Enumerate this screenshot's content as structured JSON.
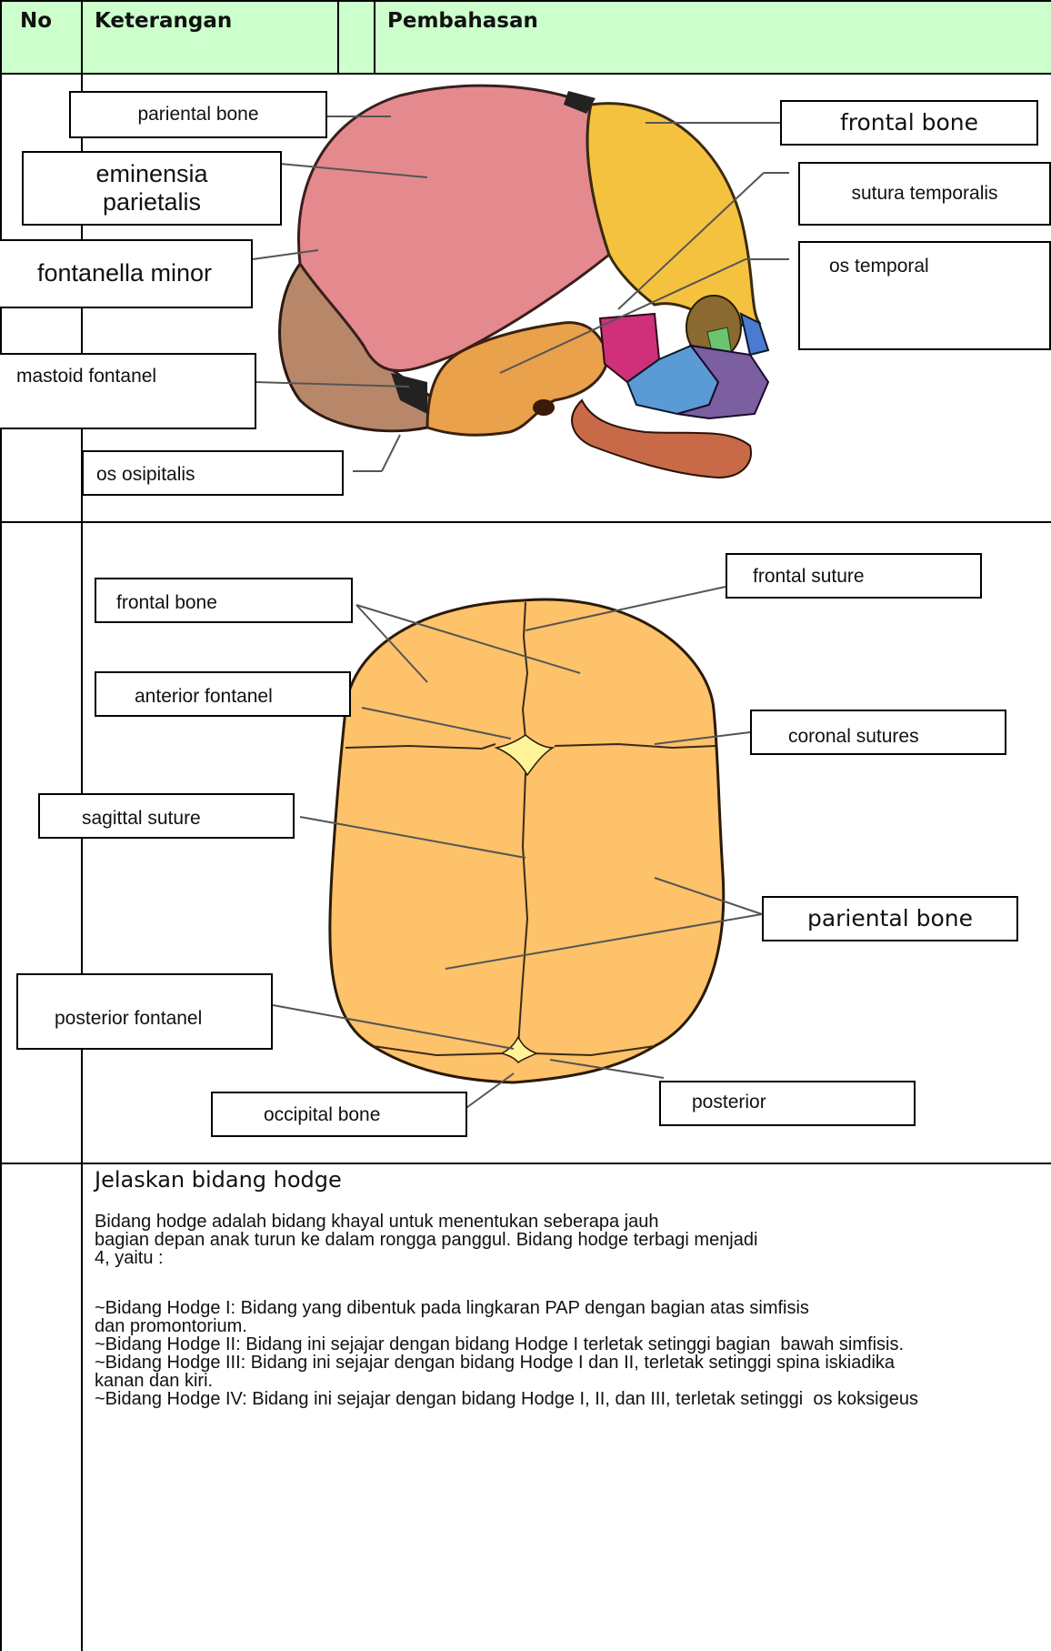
{
  "header": {
    "no": "No",
    "keterangan": "Keterangan",
    "pembahasan": "Pembahasan"
  },
  "diagram1": {
    "labels": {
      "pariental_bone": "pariental bone",
      "eminensia": "eminensia\nparietalis",
      "fontanella_minor": "fontanella minor",
      "mastoid": "mastoid fontanel",
      "os_osipitalis": "os osipitalis",
      "frontal_bone": "frontal bone",
      "sutura_temporalis": "sutura temporalis",
      "os_temporal": "os temporal"
    },
    "colors": {
      "parietal": "#e48a8f",
      "frontal": "#f5c240",
      "temporal": "#e9a14c",
      "occipital": "#b8876a",
      "sphenoid": "#d0307a",
      "zygomatic": "#5b9bd5",
      "maxilla": "#7b5fa0",
      "mandible": "#c86a48",
      "nasal": "#4a7bd0",
      "lacrimal": "#6cc46e"
    }
  },
  "diagram2": {
    "labels": {
      "frontal_bone": "frontal bone",
      "frontal_suture": "frontal suture",
      "anterior_fontanel": "anterior fontanel",
      "coronal_sutures": "coronal sutures",
      "sagittal_suture": "sagittal suture",
      "pariental_bone": "pariental bone",
      "posterior_fontanel": "posterior fontanel",
      "posterior": "posterior",
      "occipital_bone": "occipital bone"
    },
    "colors": {
      "bone": "#fdc26a",
      "fontanel": "#fff39a"
    }
  },
  "hodge": {
    "title": "Jelaskan bidang hodge",
    "intro": "Bidang hodge adalah bidang khayal untuk menentukan seberapa jauh\nbagian depan anak turun ke dalam rongga panggul. Bidang hodge terbagi menjadi\n4, yaitu :",
    "items": [
      "~Bidang Hodge I: Bidang yang dibentuk pada lingkaran PAP dengan bagian atas simfisis\ndan promontorium.",
      "~Bidang Hodge II: Bidang ini sejajar dengan bidang Hodge I terletak setinggi bagian  bawah simfisis.",
      "~Bidang Hodge III: Bidang ini sejajar dengan bidang Hodge I dan II, terletak setinggi spina iskiadika\nkanan dan kiri.",
      "~Bidang Hodge IV: Bidang ini sejajar dengan bidang Hodge I, II, dan III, terletak setinggi  os koksigeus"
    ]
  }
}
